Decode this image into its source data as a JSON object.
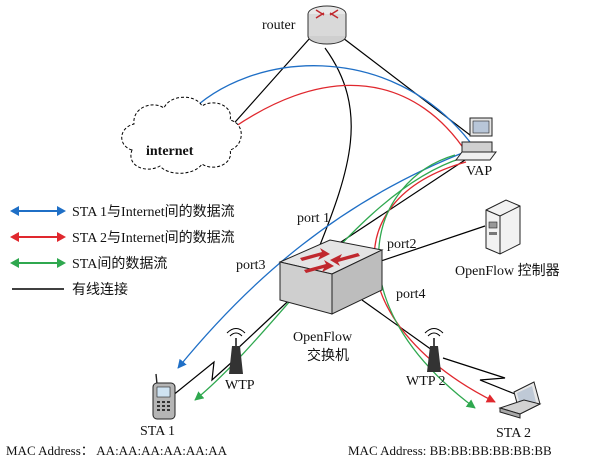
{
  "nodes": {
    "router": "router",
    "internet": "internet",
    "vap": "VAP",
    "controller": "OpenFlow 控制器",
    "switch_line1": "OpenFlow",
    "switch_line2": "交换机",
    "wtp1": "WTP",
    "wtp2": "WTP 2",
    "sta1": "STA 1",
    "sta2": "STA 2"
  },
  "ports": {
    "port1": "port 1",
    "port2": "port2",
    "port3": "port3",
    "port4": "port4"
  },
  "mac": {
    "sta1": "MAC Address： AA:AA:AA:AA:AA:AA",
    "sta2": "MAC Address: BB:BB:BB:BB:BB:BB"
  },
  "legend": [
    {
      "label": "STA 1与Internet间的数据流",
      "color": "#1f6fc6"
    },
    {
      "label": "STA 2与Internet间的数据流",
      "color": "#e0282e"
    },
    {
      "label": "STA间的数据流",
      "color": "#2fa84f"
    },
    {
      "label": "有线连接",
      "color": "#000000"
    }
  ],
  "colors": {
    "blue": "#1f6fc6",
    "red": "#e0282e",
    "green": "#2fa84f",
    "wire": "#000000"
  }
}
